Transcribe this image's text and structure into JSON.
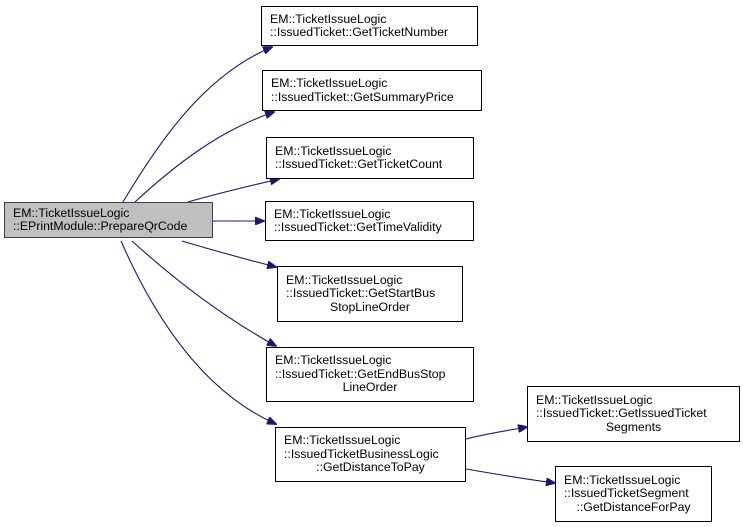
{
  "graph": {
    "type": "call-graph",
    "edge_color": "#191970",
    "root_fill": "#bfbfbf",
    "root": {
      "id": "root",
      "lines": [
        "EM::TicketIssueLogic",
        "::EPrintModule::PrepareQrCode"
      ]
    },
    "nodes": [
      {
        "id": "n1",
        "lines": [
          "EM::TicketIssueLogic",
          "::IssuedTicket::GetTicketNumber"
        ]
      },
      {
        "id": "n2",
        "lines": [
          "EM::TicketIssueLogic",
          "::IssuedTicket::GetSummaryPrice"
        ]
      },
      {
        "id": "n3",
        "lines": [
          "EM::TicketIssueLogic",
          "::IssuedTicket::GetTicketCount"
        ]
      },
      {
        "id": "n4",
        "lines": [
          "EM::TicketIssueLogic",
          "::IssuedTicket::GetTimeValidity"
        ]
      },
      {
        "id": "n5",
        "lines": [
          "EM::TicketIssueLogic",
          "::IssuedTicket::GetStartBus",
          "StopLineOrder"
        ]
      },
      {
        "id": "n6",
        "lines": [
          "EM::TicketIssueLogic",
          "::IssuedTicket::GetEndBusStop",
          "LineOrder"
        ]
      },
      {
        "id": "n7",
        "lines": [
          "EM::TicketIssueLogic",
          "::IssuedTicketBusinessLogic",
          "::GetDistanceToPay"
        ]
      },
      {
        "id": "n8",
        "lines": [
          "EM::TicketIssueLogic",
          "::IssuedTicket::GetIssuedTicket",
          "Segments"
        ]
      },
      {
        "id": "n9",
        "lines": [
          "EM::TicketIssueLogic",
          "::IssuedTicketSegment",
          "::GetDistanceForPay"
        ]
      }
    ],
    "edges": [
      {
        "from": "root",
        "to": "n1"
      },
      {
        "from": "root",
        "to": "n2"
      },
      {
        "from": "root",
        "to": "n3"
      },
      {
        "from": "root",
        "to": "n4"
      },
      {
        "from": "root",
        "to": "n5"
      },
      {
        "from": "root",
        "to": "n6"
      },
      {
        "from": "root",
        "to": "n7"
      },
      {
        "from": "n7",
        "to": "n8"
      },
      {
        "from": "n7",
        "to": "n9"
      }
    ]
  }
}
